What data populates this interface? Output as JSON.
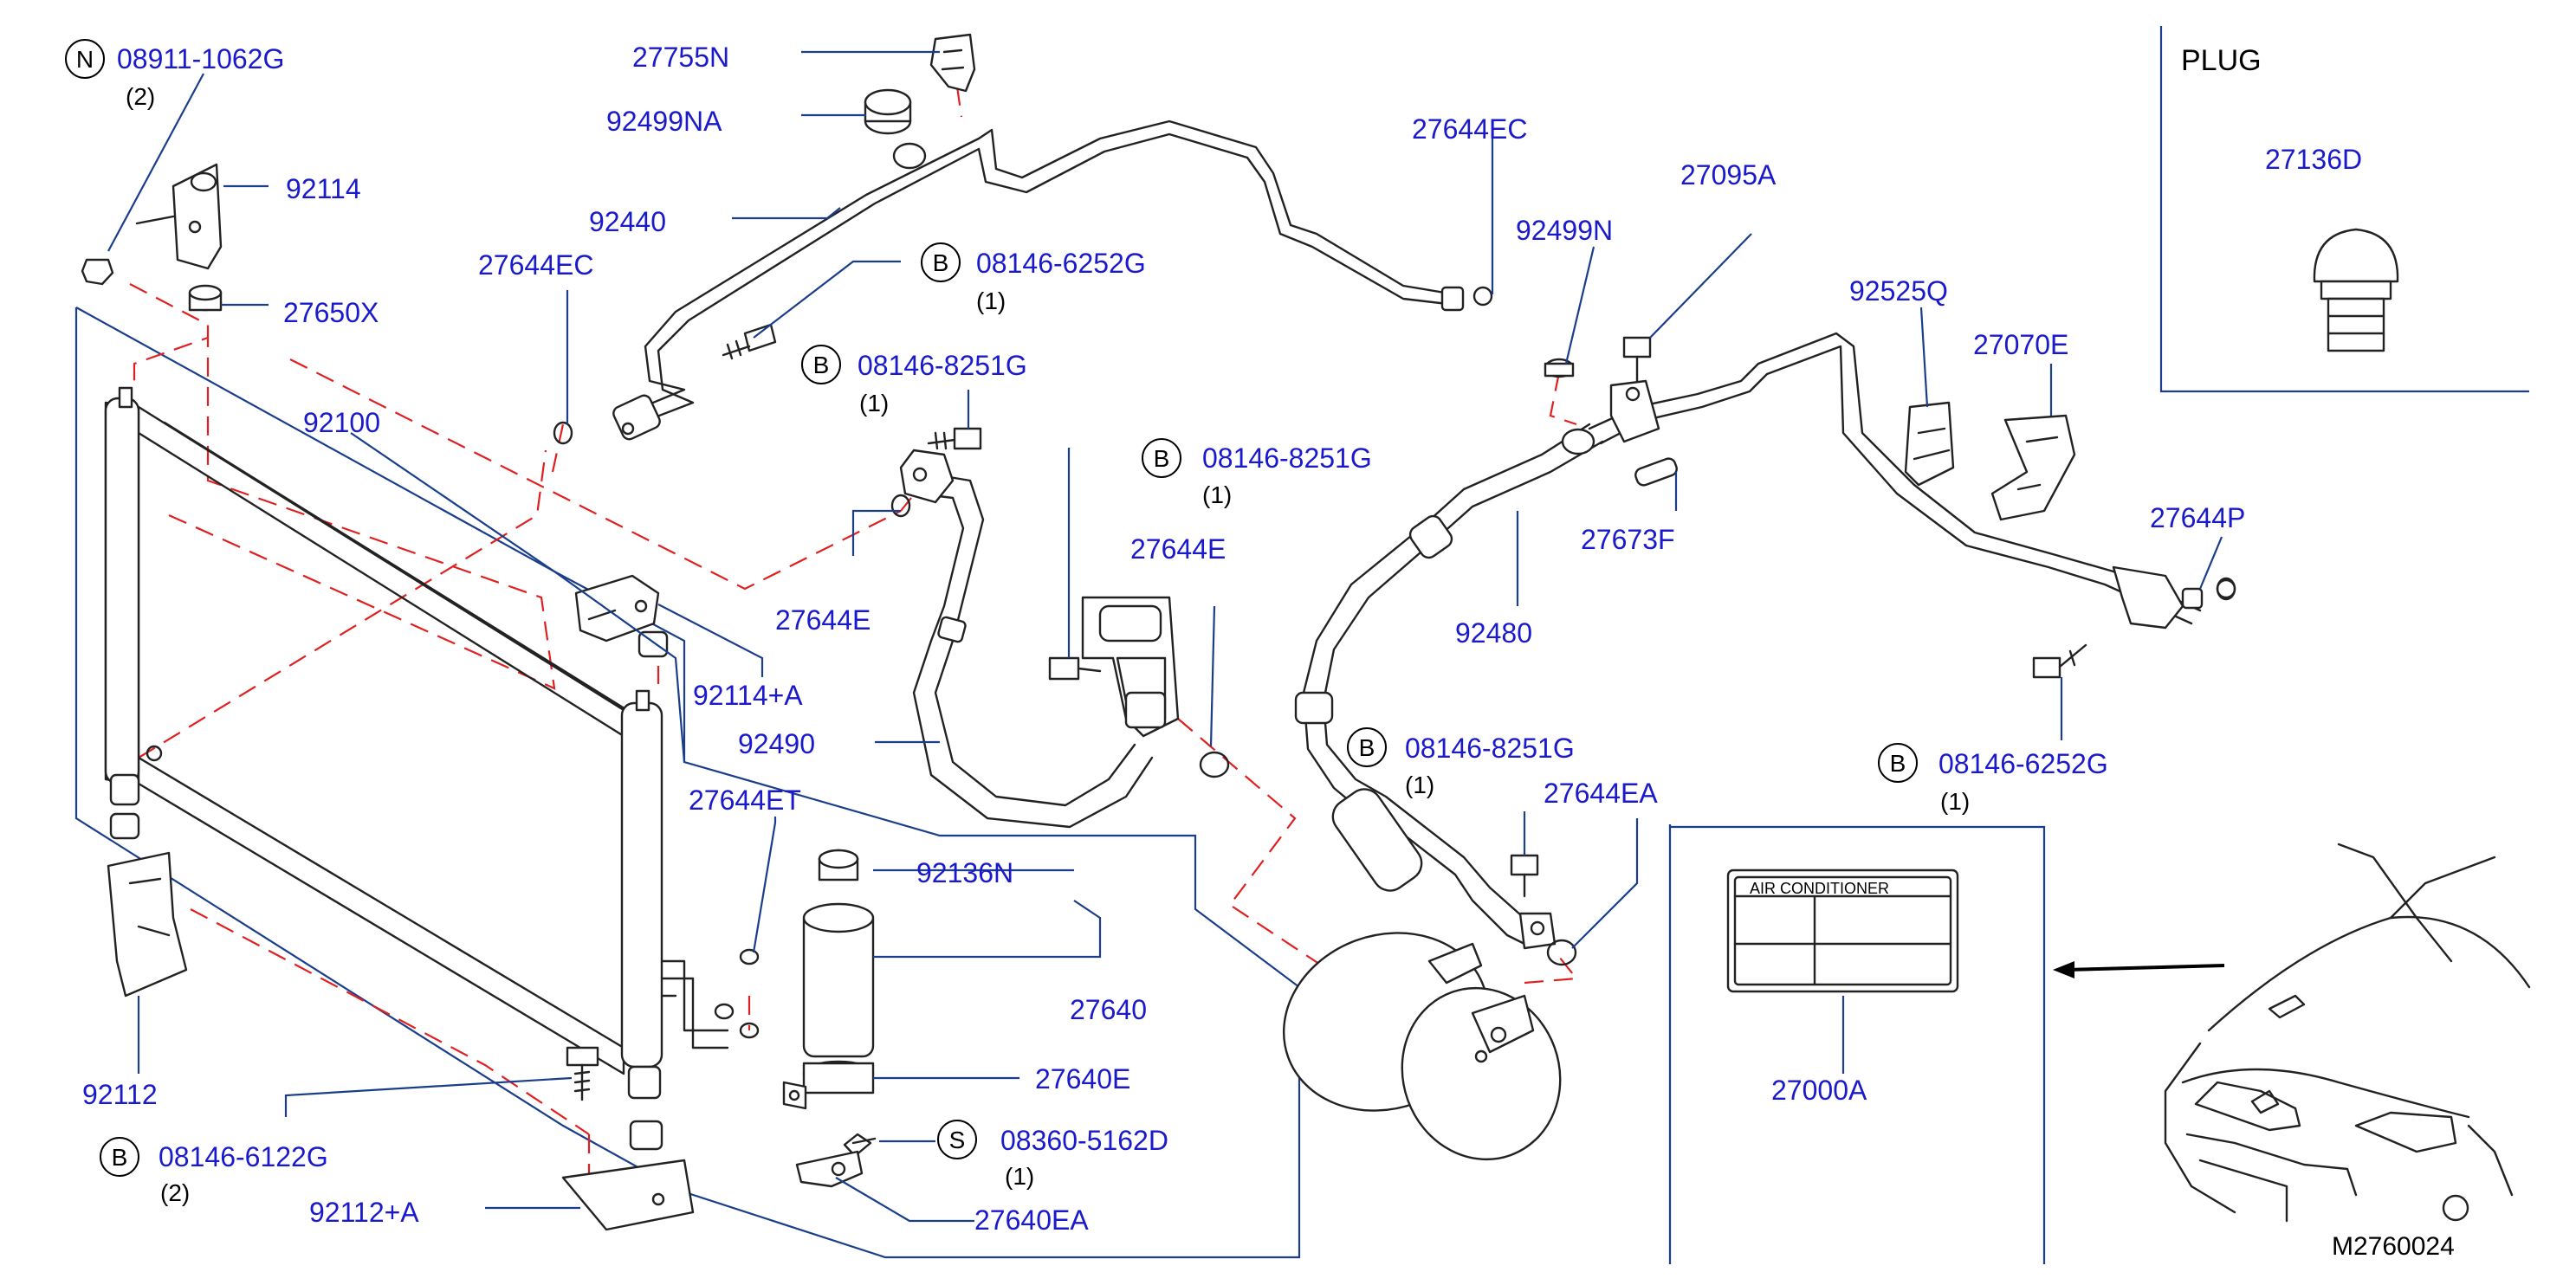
{
  "drawing_id": "M2760024",
  "plug_box": {
    "title": "PLUG",
    "part": "27136D"
  },
  "label_box": {
    "part": "27000A",
    "sticker_text": "AIR   CONDITIONER"
  },
  "symbols": {
    "n": "N",
    "b": "B",
    "s": "S"
  },
  "parts": {
    "p08911_1062G": "08911-1062G",
    "q08911": "(2)",
    "p92114": "92114",
    "p27650X": "27650X",
    "p92100": "92100",
    "p92114A": "92114+A",
    "p92112": "92112",
    "p08146_6122G": "08146-6122G",
    "q6122": "(2)",
    "p92112A": "92112+A",
    "p27755N": "27755N",
    "p92499NA": "92499NA",
    "p92440": "92440",
    "p27644EC_a": "27644EC",
    "p27644EC_b": "27644EC",
    "p08146_6252G_a": "08146-6252G",
    "q6252a": "(1)",
    "p08146_8251G_a": "08146-8251G",
    "q8251a": "(1)",
    "p08146_8251G_b": "08146-8251G",
    "q8251b": "(1)",
    "p27644E_a": "27644E",
    "p27644E_b": "27644E",
    "p92490": "92490",
    "p27644ET": "27644ET",
    "p92136N": "92136N",
    "p27640": "27640",
    "p27640E": "27640E",
    "p08360_5162D": "08360-5162D",
    "q5162": "(1)",
    "p27640EA": "27640EA",
    "p92499N": "92499N",
    "p27095A": "27095A",
    "p92525Q": "92525Q",
    "p27070E": "27070E",
    "p27673F": "27673F",
    "p92480": "92480",
    "p27644P": "27644P",
    "p08146_8251G_c": "08146-8251G",
    "q8251c": "(1)",
    "p27644EA": "27644EA",
    "p08146_6252G_b": "08146-6252G",
    "q6252b": "(1)"
  },
  "colors": {
    "part_number": "#1a1acc",
    "leader": "#1a3e8c",
    "hidden_line": "#e02020",
    "drawing": "#222222"
  }
}
